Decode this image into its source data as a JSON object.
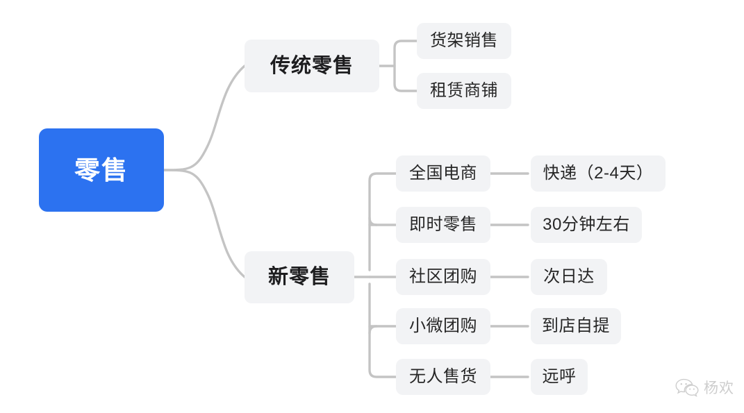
{
  "diagram": {
    "type": "mind-map",
    "title": "零售",
    "background_color": "#ffffff",
    "root_color": "#2c72f0",
    "node_color": "#f2f3f5",
    "connector_color": "#c4c4c4",
    "root": {
      "label": "零售",
      "children": [
        {
          "label": "传统零售",
          "children": [
            {
              "label": "货架销售",
              "children": []
            },
            {
              "label": "租赁商铺",
              "children": []
            }
          ]
        },
        {
          "label": "新零售",
          "children": [
            {
              "label": "全国电商",
              "children": [
                {
                  "label": "快递（2-4天）"
                }
              ]
            },
            {
              "label": "即时零售",
              "children": [
                {
                  "label": "30分钟左右"
                }
              ]
            },
            {
              "label": "社区团购",
              "children": [
                {
                  "label": "次日达"
                }
              ]
            },
            {
              "label": "小微团购",
              "children": [
                {
                  "label": "到店自提"
                }
              ]
            },
            {
              "label": "无人售货",
              "children": [
                {
                  "label": "远呼"
                }
              ]
            }
          ]
        }
      ]
    }
  },
  "nodes": {
    "root": "零售",
    "traditional": "传统零售",
    "traditional_children": [
      "货架销售",
      "租赁商铺"
    ],
    "new_retail": "新零售",
    "new_retail_children": [
      "全国电商",
      "即时零售",
      "社区团购",
      "小微团购",
      "无人售货"
    ],
    "new_retail_leaves": [
      "快递（2-4天）",
      "30分钟左右",
      "次日达",
      "到店自提",
      "远呼"
    ]
  },
  "watermark": {
    "text": "杨欢",
    "icon": "wechat-icon"
  }
}
